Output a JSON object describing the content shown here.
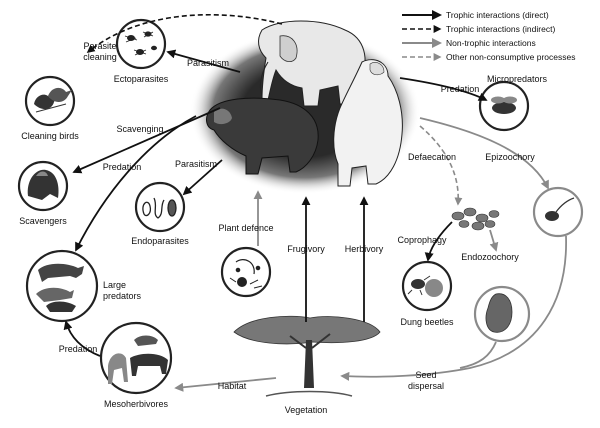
{
  "legend": {
    "direct": "Trophic interactions (direct)",
    "indirect": "Trophic interactions (indirect)",
    "non_trophic": "Non-trophic interactions",
    "other": "Other non-consumptive processes"
  },
  "nodes": {
    "ectoparasites": "Ectoparasites",
    "cleaning_birds": "Cleaning birds",
    "scavengers": "Scavengers",
    "endoparasites": "Endoparasites",
    "large_predators_1": "Large",
    "large_predators_2": "predators",
    "mesoherbivores": "Mesoherbivores",
    "vegetation": "Vegetation",
    "micropredators": "Micropredators",
    "dung_beetles": "Dung beetles",
    "seed_dispersal_1": "Seed",
    "seed_dispersal_2": "dispersal"
  },
  "edges": {
    "parasite_cleaning_1": "Parasite",
    "parasite_cleaning_2": "cleaning",
    "parasitism_top": "Parasitism",
    "scavenging": "Scavenging",
    "predation_left": "Predation",
    "parasitism_mid": "Parasitism",
    "plant_defence": "Plant defence",
    "frugivory": "Frugivory",
    "herbivory": "Herbivory",
    "predation_bottom": "Predation",
    "habitat": "Habitat",
    "predation_right": "Predation",
    "defaecation": "Defaecation",
    "epizoochory": "Epizoochory",
    "coprophagy": "Coprophagy",
    "endozoochory": "Endozoochory"
  },
  "colors": {
    "direct": "#111111",
    "non_trophic": "#8a8a8a",
    "circle_stroke": "#222222"
  }
}
